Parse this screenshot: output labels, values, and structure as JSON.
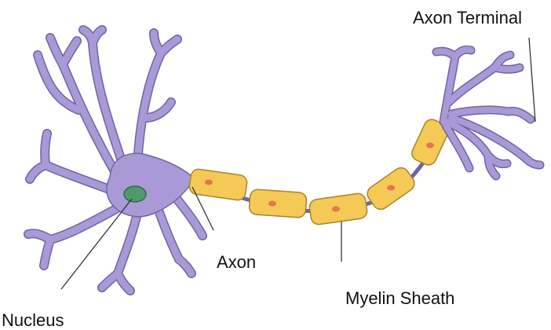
{
  "labels": {
    "axon_terminal": "Axon Terminal",
    "axon": "Axon",
    "myelin_sheath": "Myelin Sheath",
    "nucleus": "Nucleus"
  },
  "colors": {
    "cell_body": "#a99ad7",
    "cell_outline": "#6f64a3",
    "nucleus": "#4f9a6a",
    "myelin": "#f5c956",
    "myelin_outline": "#a8842a",
    "schwann_nucleus": "#e7744f",
    "leader_line": "#333333"
  },
  "icons": {
    "neuron": "neuron-illustration"
  }
}
